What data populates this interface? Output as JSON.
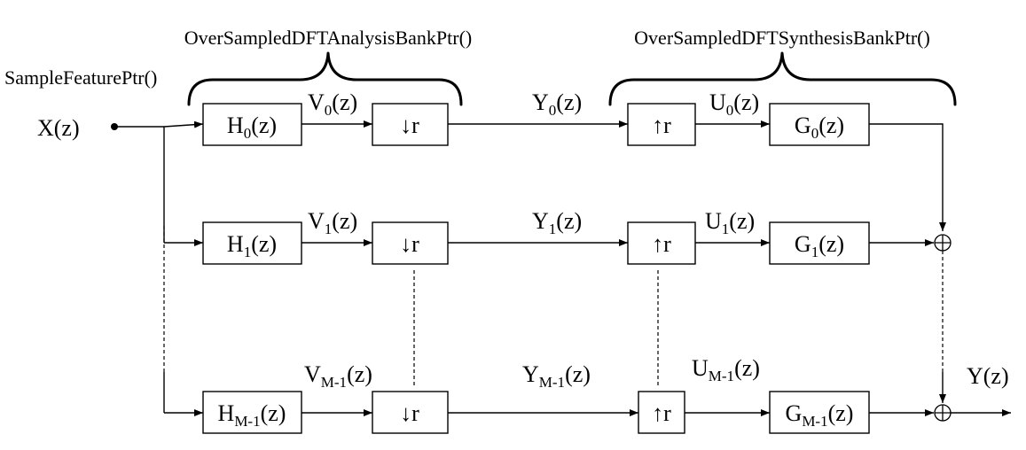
{
  "headers": {
    "analysis": "OverSampledDFTAnalysisBankPtr()",
    "synthesis": "OverSampledDFTSynthesisBankPtr()",
    "feature": "SampleFeaturePtr()"
  },
  "input_label": "X(z)",
  "output_label": "Y(z)",
  "branches": [
    {
      "h_base": "H",
      "h_sub": "0",
      "v_base": "V",
      "v_sub": "0",
      "y_base": "Y",
      "y_sub": "0",
      "u_base": "U",
      "u_sub": "0",
      "g_base": "G",
      "g_sub": "0"
    },
    {
      "h_base": "H",
      "h_sub": "1",
      "v_base": "V",
      "v_sub": "1",
      "y_base": "Y",
      "y_sub": "1",
      "u_base": "U",
      "u_sub": "1",
      "g_base": "G",
      "g_sub": "1"
    },
    {
      "h_base": "H",
      "h_sub": "M-1",
      "v_base": "V",
      "v_sub": "M-1",
      "y_base": "Y",
      "y_sub": "M-1",
      "u_base": "U",
      "u_sub": "M-1",
      "g_base": "G",
      "g_sub": "M-1"
    }
  ],
  "arg": "(z)",
  "down_label": "↓r",
  "up_label": "↑r",
  "sum_symbol": "⊕"
}
